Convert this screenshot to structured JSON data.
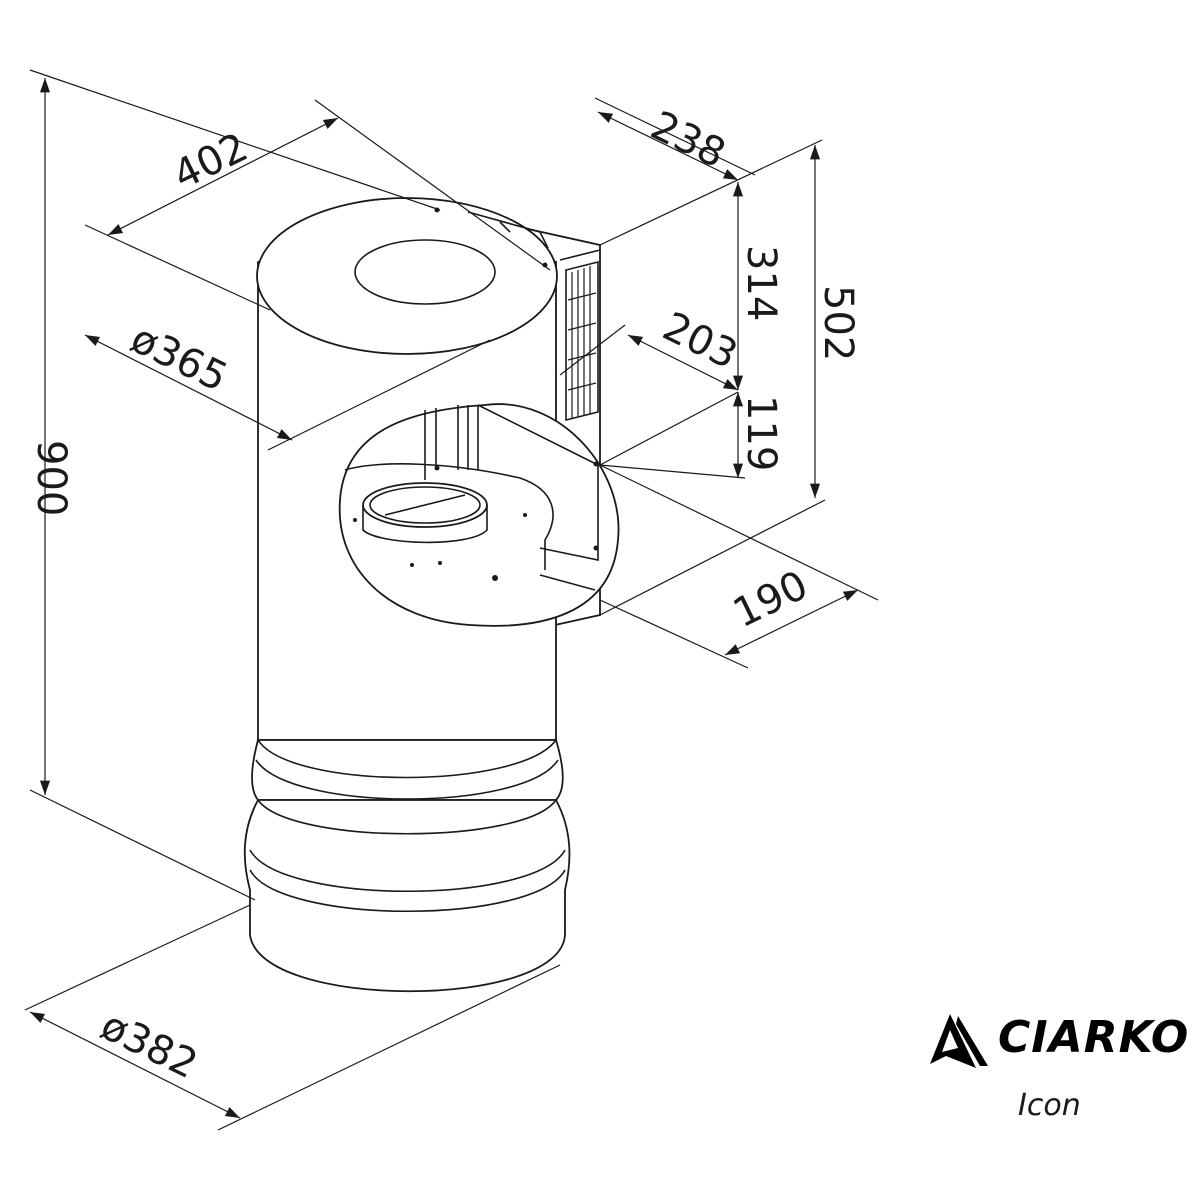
{
  "dimensions": {
    "width_top": "402",
    "depth_top": "238",
    "dia_upper": "ø365",
    "height_total": "900",
    "height_box": "314",
    "height_full_box": "502",
    "box_depth": "203",
    "box_lower": "119",
    "box_width": "190",
    "dia_lower": "ø382"
  },
  "brand": {
    "name": "CIARKO",
    "logo_icon": "ciarko-triangle-logo-icon",
    "model": "Icon"
  },
  "colors": {
    "line": "#1a1a1a",
    "background": "#ffffff"
  }
}
